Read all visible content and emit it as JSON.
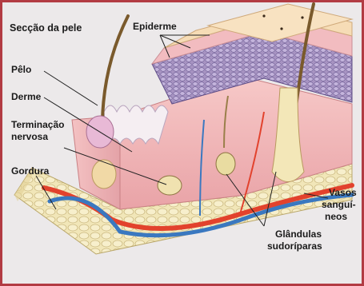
{
  "title": "Secção da pele",
  "labels": {
    "epiderme": "Epiderme",
    "pelo": "Pêlo",
    "derme": "Derme",
    "terminacao_1": "Terminação",
    "terminacao_2": "nervosa",
    "gordura": "Gordura",
    "vasos_1": "Vasos",
    "vasos_2": "sanguí-",
    "vasos_3": "neos",
    "glandulas_1": "Glândulas",
    "glandulas_2": "sudoríparas"
  },
  "colors": {
    "frame": "#b23b43",
    "background": "#ece9ea",
    "epidermis_top": "#f6dcb6",
    "epidermis_layer": "#f2bcc0",
    "basal_layer": "#9a86b4",
    "dermis": "#f0b7b8",
    "fat": "#f1e6b8",
    "artery": "#e2422d",
    "vein": "#3a78c0",
    "hair": "#7a5a2c"
  }
}
